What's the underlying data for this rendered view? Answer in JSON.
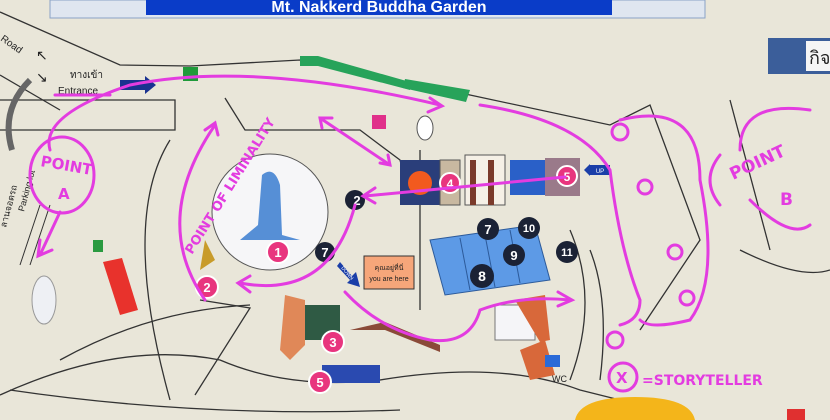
{
  "title": "Mt. Nakkerd Buddha Garden",
  "top_right_label": "กิจ",
  "labels": {
    "road": "Road",
    "entrance_thai": "ทางเข้า",
    "entrance": "Entrance",
    "parking_thai": "ลานจอดรถ",
    "parking": "Parking lot",
    "up": "UP",
    "down": "DOWN",
    "wc": "WC",
    "you_are_here_thai": "คุณอยู่ที่นี่",
    "you_are_here": "you are here"
  },
  "markers": {
    "m1": "1",
    "m2_pink": "2",
    "m2_black": "2",
    "m3": "3",
    "m4": "4",
    "m5_pink": "5",
    "m5": "5",
    "m7a": "7",
    "m7b": "7",
    "m8": "8",
    "m9": "9",
    "m10": "10",
    "m11": "11"
  },
  "annotations": {
    "point_a_1": "POINT",
    "point_a_2": "A",
    "point_b_1": "POINT",
    "point_b_2": "B",
    "liminality": "POINT OF LIMINALITY",
    "legend_symbol": "X",
    "legend_text": "=STORYTELLER"
  },
  "colors": {
    "annotation": "#e33ce0",
    "title_bg": "#0a3cc8",
    "pink_marker": "#e8357e",
    "black_marker": "#1b2235"
  }
}
